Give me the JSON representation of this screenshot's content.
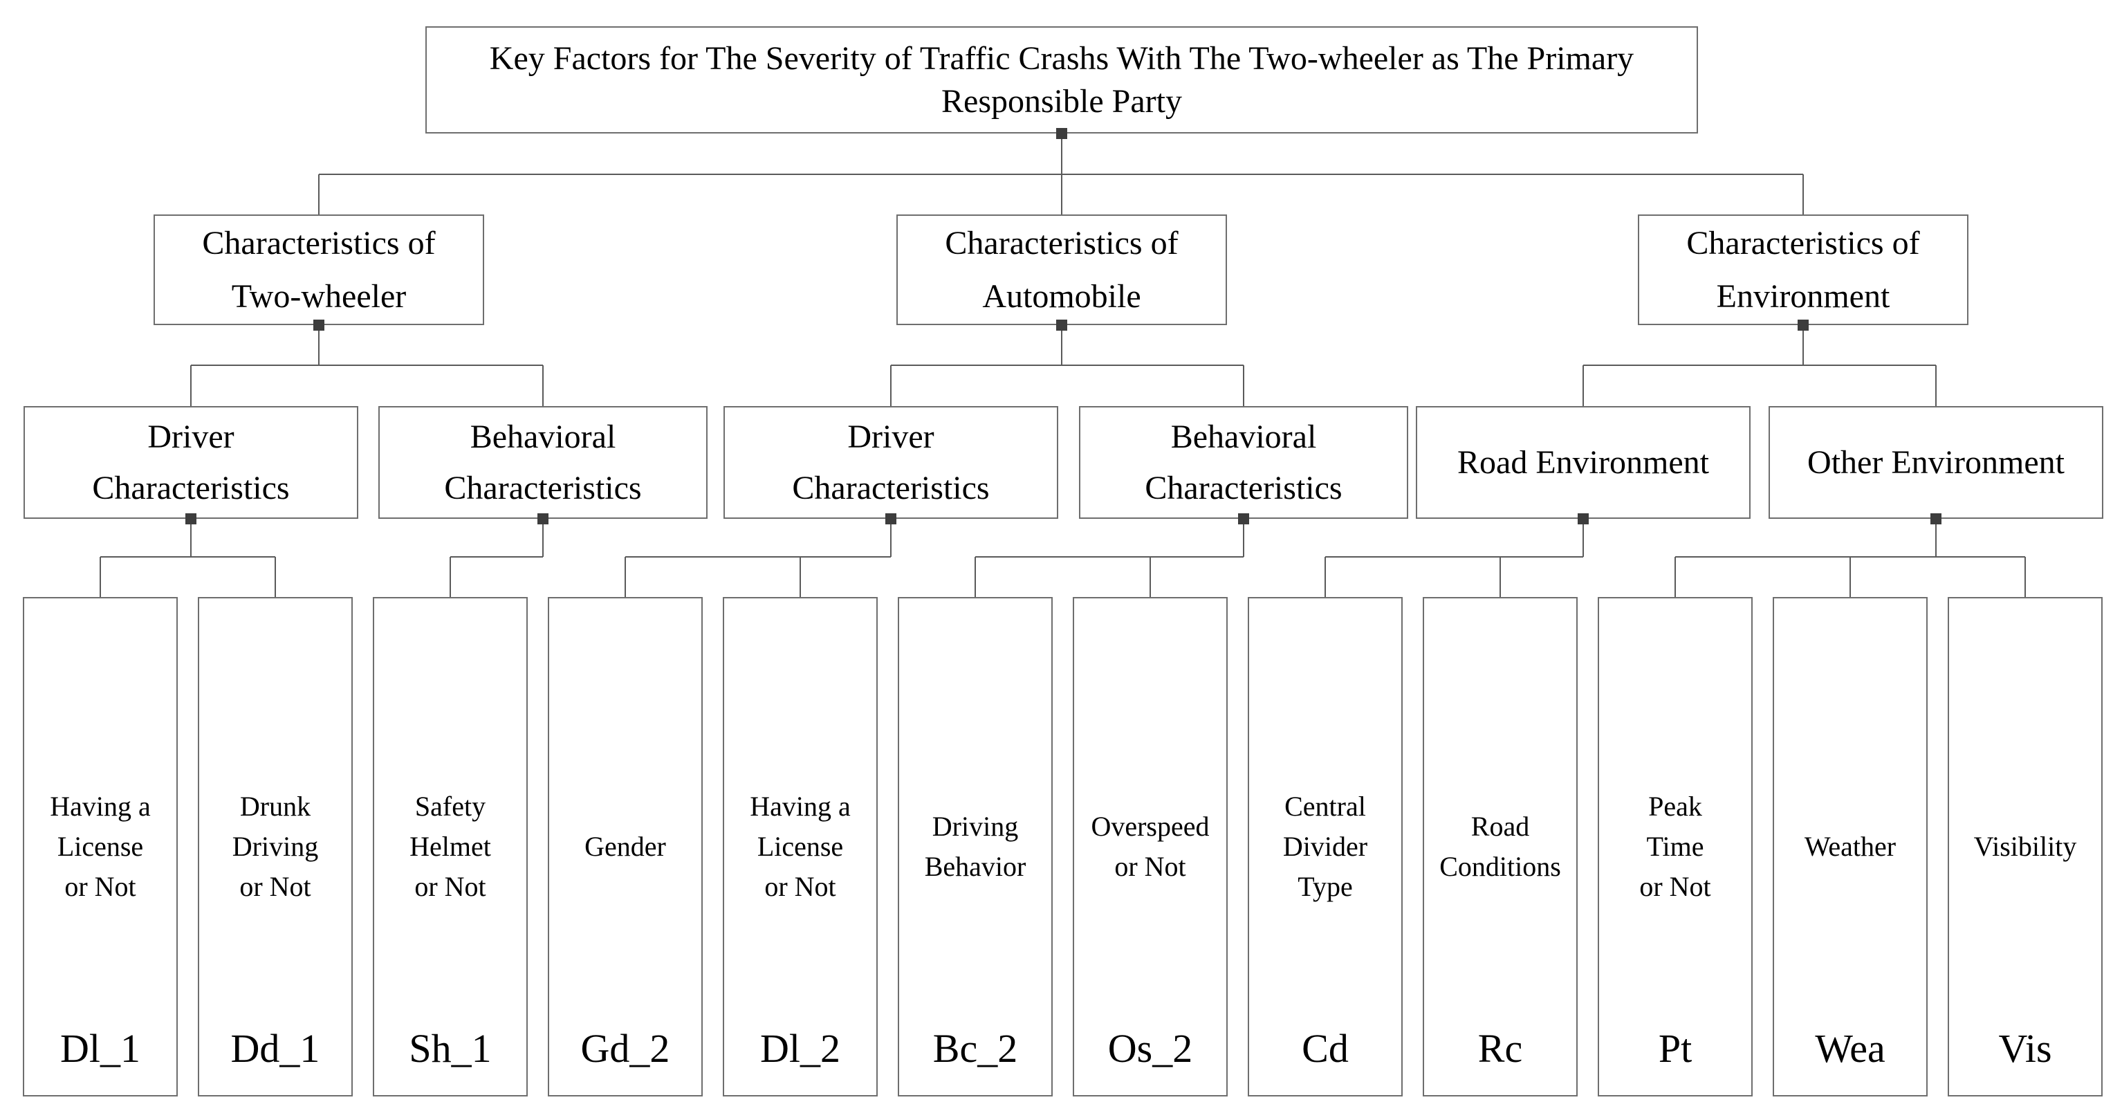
{
  "diagram": {
    "root": {
      "label": "Key Factors for The Severity of Traffic Crashs With The Two-wheeler as The Primary\nResponsible Party"
    },
    "branches": [
      {
        "label": "Characteristics of\nTwo-wheeler"
      },
      {
        "label": "Characteristics of\nAutomobile"
      },
      {
        "label": "Characteristics of\nEnvironment"
      }
    ],
    "subbranches": [
      {
        "label": "Driver\nCharacteristics",
        "parent": "Characteristics of Two-wheeler"
      },
      {
        "label": "Behavioral\nCharacteristics",
        "parent": "Characteristics of Two-wheeler"
      },
      {
        "label": "Driver\nCharacteristics",
        "parent": "Characteristics of Automobile"
      },
      {
        "label": "Behavioral\nCharacteristics",
        "parent": "Characteristics of Automobile"
      },
      {
        "label": "Road Environment",
        "parent": "Characteristics of Environment"
      },
      {
        "label": "Other Environment",
        "parent": "Characteristics of Environment"
      }
    ],
    "leaves": [
      {
        "name": "Having a\nLicense\nor Not",
        "code": "Dl_1"
      },
      {
        "name": "Drunk\nDriving\nor Not",
        "code": "Dd_1"
      },
      {
        "name": "Safety\nHelmet\nor Not",
        "code": "Sh_1"
      },
      {
        "name": "Gender",
        "code": "Gd_2"
      },
      {
        "name": "Having a\nLicense\nor Not",
        "code": "Dl_2"
      },
      {
        "name": "Driving\nBehavior",
        "code": "Bc_2"
      },
      {
        "name": "Overspeed\nor Not",
        "code": "Os_2"
      },
      {
        "name": "Central\nDivider\nType",
        "code": "Cd"
      },
      {
        "name": "Road\nConditions",
        "code": "Rc"
      },
      {
        "name": "Peak\nTime\nor Not",
        "code": "Pt"
      },
      {
        "name": "Weather",
        "code": "Wea"
      },
      {
        "name": "Visibility",
        "code": "Vis"
      }
    ],
    "colors": {
      "background": "#ffffff",
      "box_border": "#6e6e6e",
      "connector": "#5a5a5a",
      "handle": "#3d3d3d",
      "text": "#000000"
    }
  }
}
